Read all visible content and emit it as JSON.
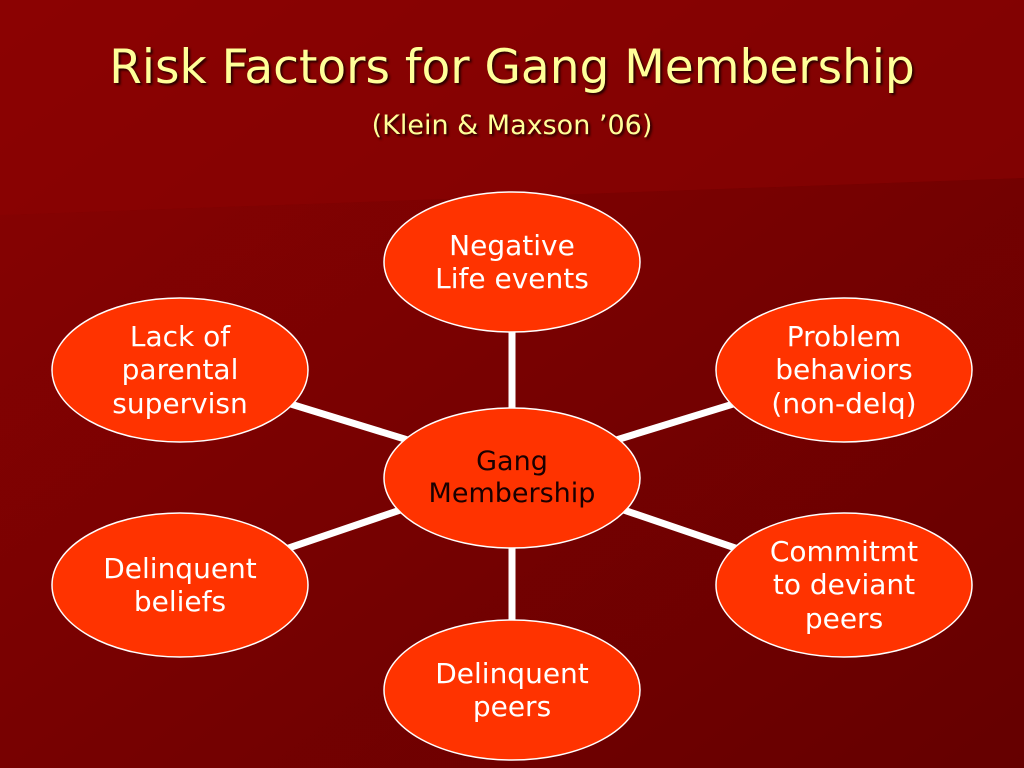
{
  "slide": {
    "title": "Risk Factors for Gang Membership",
    "subtitle": "(Klein & Maxson ’06)"
  },
  "colors": {
    "background": "#6e0000",
    "title_text": "#ffff99",
    "node_fill": "#ff3300",
    "node_stroke": "#ffffff",
    "connector": "#ffffff",
    "center_text": "#1a0000",
    "node_text": "#ffffff"
  },
  "diagram": {
    "center": {
      "label": "Gang\nMembership"
    },
    "factors": [
      {
        "id": "negative-life-events",
        "label": "Negative \nLife events"
      },
      {
        "id": "problem-behaviors",
        "label": "Problem\nbehaviors\n(non-delq)"
      },
      {
        "id": "commitment-deviant-peers",
        "label": "Commitmt\nto deviant \npeers"
      },
      {
        "id": "delinquent-peers",
        "label": "Delinquent\npeers"
      },
      {
        "id": "delinquent-beliefs",
        "label": "Delinquent\nbeliefs"
      },
      {
        "id": "lack-parental-supervision",
        "label": "Lack of \nparental \nsupervisn"
      }
    ]
  }
}
